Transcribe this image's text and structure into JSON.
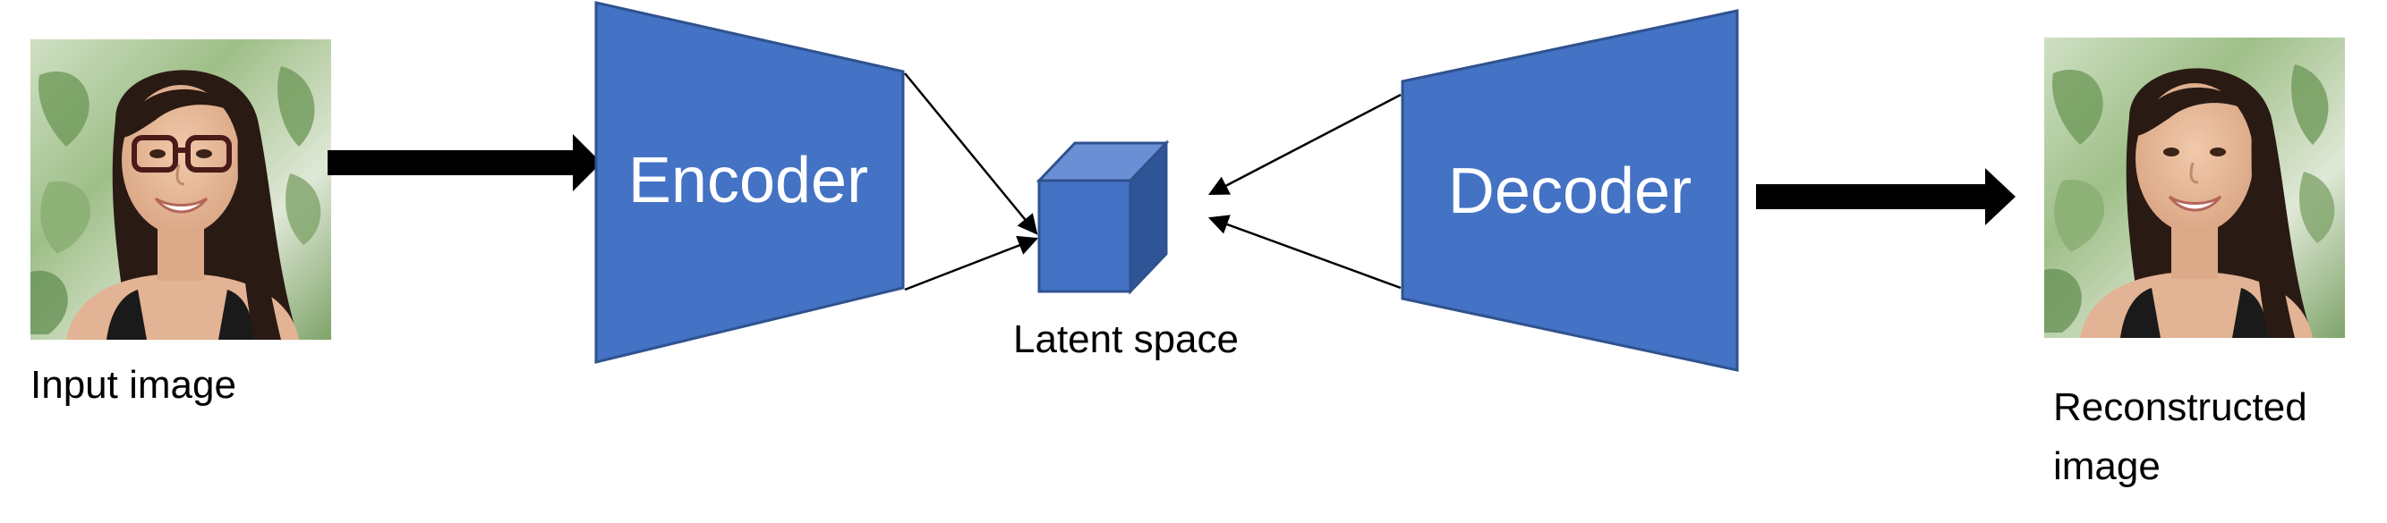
{
  "diagram": {
    "input_label": "Input image",
    "encoder_label": "Encoder",
    "latent_label": "Latent space",
    "decoder_label": "Decoder",
    "output_label_line1": "Reconstructed",
    "output_label_line2": "image"
  },
  "colors": {
    "block_fill": "#4472C4",
    "block_stroke": "#2F528F",
    "cube_top": "#6A8FD4",
    "cube_side": "#2F5597",
    "arrow": "#000000",
    "text": "#000000",
    "block_text": "#FFFFFF"
  },
  "icons": {
    "input_photo": "portrait-photo-with-glasses",
    "output_photo": "portrait-photo-without-glasses"
  }
}
